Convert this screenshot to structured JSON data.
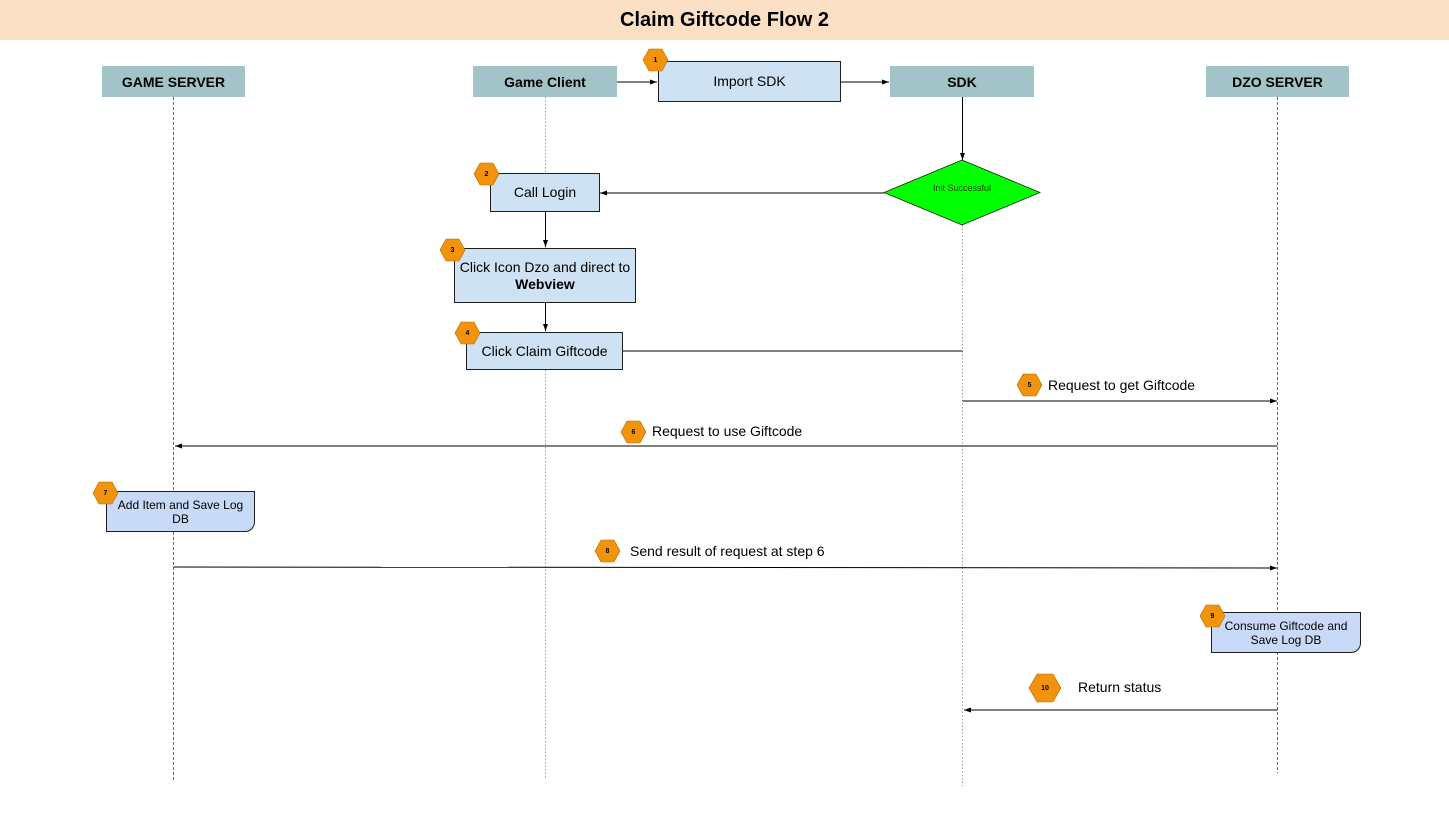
{
  "title": "Claim Giftcode Flow 2",
  "actors": {
    "game_server": "GAME SERVER",
    "game_client": "Game Client",
    "sdk": "SDK",
    "dzo_server": "DZO SERVER"
  },
  "steps": {
    "s1": {
      "badge": "1",
      "text": "Import SDK"
    },
    "s2": {
      "badge": "2",
      "text": "Call Login"
    },
    "s3": {
      "badge": "3",
      "text": "Click Icon Dzo and direct to",
      "bold": "Webview"
    },
    "s4": {
      "badge": "4",
      "text": "Click Claim Giftcode"
    },
    "s5": {
      "badge": "5",
      "text": "Request to get Giftcode"
    },
    "s6": {
      "badge": "6",
      "text": "Request to use Giftcode"
    },
    "s7": {
      "badge": "7",
      "text": "Add Item and Save Log DB"
    },
    "s8": {
      "badge": "8",
      "text": "Send result of request at step 6"
    },
    "s9": {
      "badge": "9",
      "text": "Consume Giftcode and Save Log DB"
    },
    "s10": {
      "badge": "10",
      "text": "Return status"
    }
  },
  "decision": {
    "text": "Init Successful"
  },
  "colors": {
    "title_bg": "#fce0c6",
    "actor_bg": "#a2c4c9",
    "box_bg": "#cfe2f3",
    "badge": "#f1930d",
    "decision": "#00ff00"
  }
}
